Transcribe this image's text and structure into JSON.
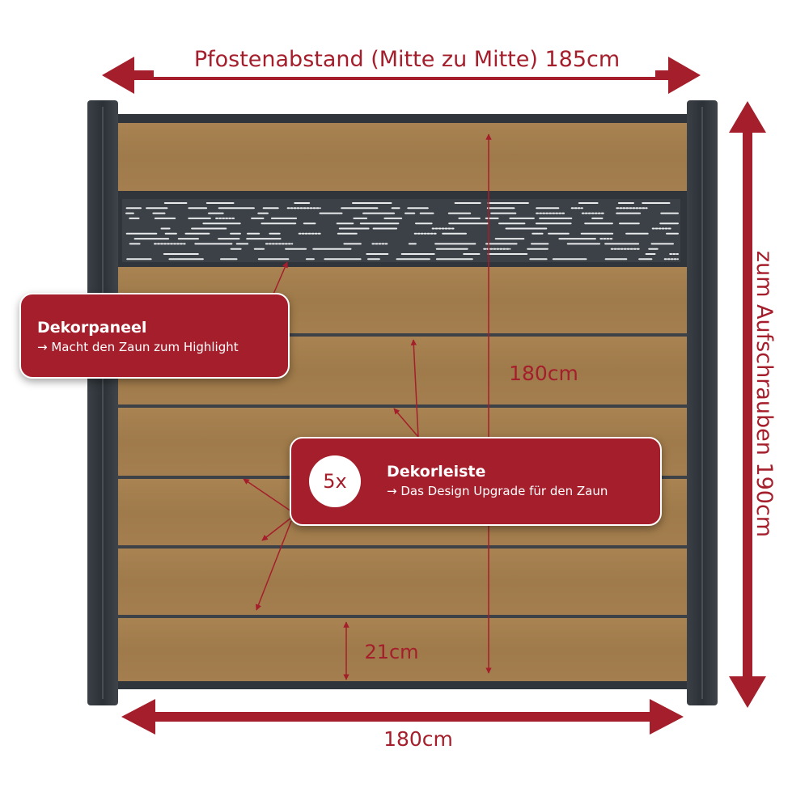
{
  "dimensions": {
    "post_spacing": "Pfostenabstand (Mitte zu Mitte) 185cm",
    "screw_height": "zum Aufschrauben 190cm",
    "height": "180cm",
    "board_height": "21cm",
    "width": "180cm"
  },
  "callouts": {
    "panel": {
      "title": "Dekorpaneel",
      "subtitle": "→ Macht den Zaun zum Highlight"
    },
    "strip": {
      "count": "5x",
      "title": "Dekorleiste",
      "subtitle": "→ Das Design Upgrade für den Zaun"
    }
  },
  "colors": {
    "accent": "#a51e2b",
    "post": "#2f353b",
    "wood": "#a57f4e",
    "groove": "#3c4248",
    "panel": "#3b4147"
  }
}
